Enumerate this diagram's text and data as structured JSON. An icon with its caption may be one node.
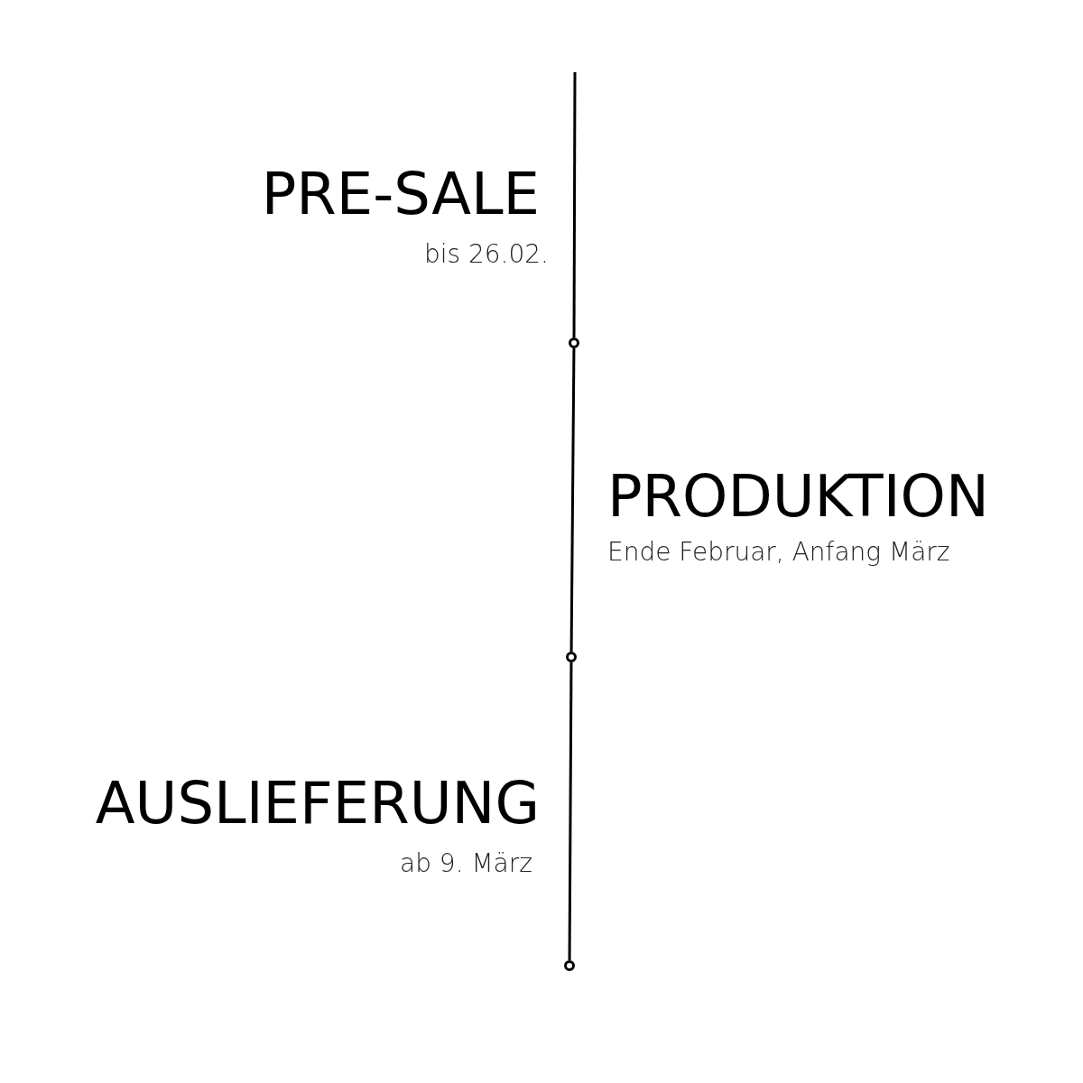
{
  "diagram": {
    "nodes": [
      {
        "text": [],
        "shape": "circle"
      },
      {
        "text": [],
        "shape": "circle"
      },
      {
        "text": [],
        "shape": "circle"
      }
    ],
    "edges": [
      {
        "from": null,
        "to": 0,
        "arrow": "none"
      },
      {
        "from": 0,
        "to": 1,
        "arrow": "none"
      },
      {
        "from": 1,
        "to": 2,
        "arrow": "none"
      }
    ],
    "labels": [
      "PRE-SALE",
      "bis 26.02.",
      "PRODUKTION",
      "Ende Februar, Anfang März",
      "AUSLIEFERUNG",
      "ab 9. März"
    ]
  }
}
